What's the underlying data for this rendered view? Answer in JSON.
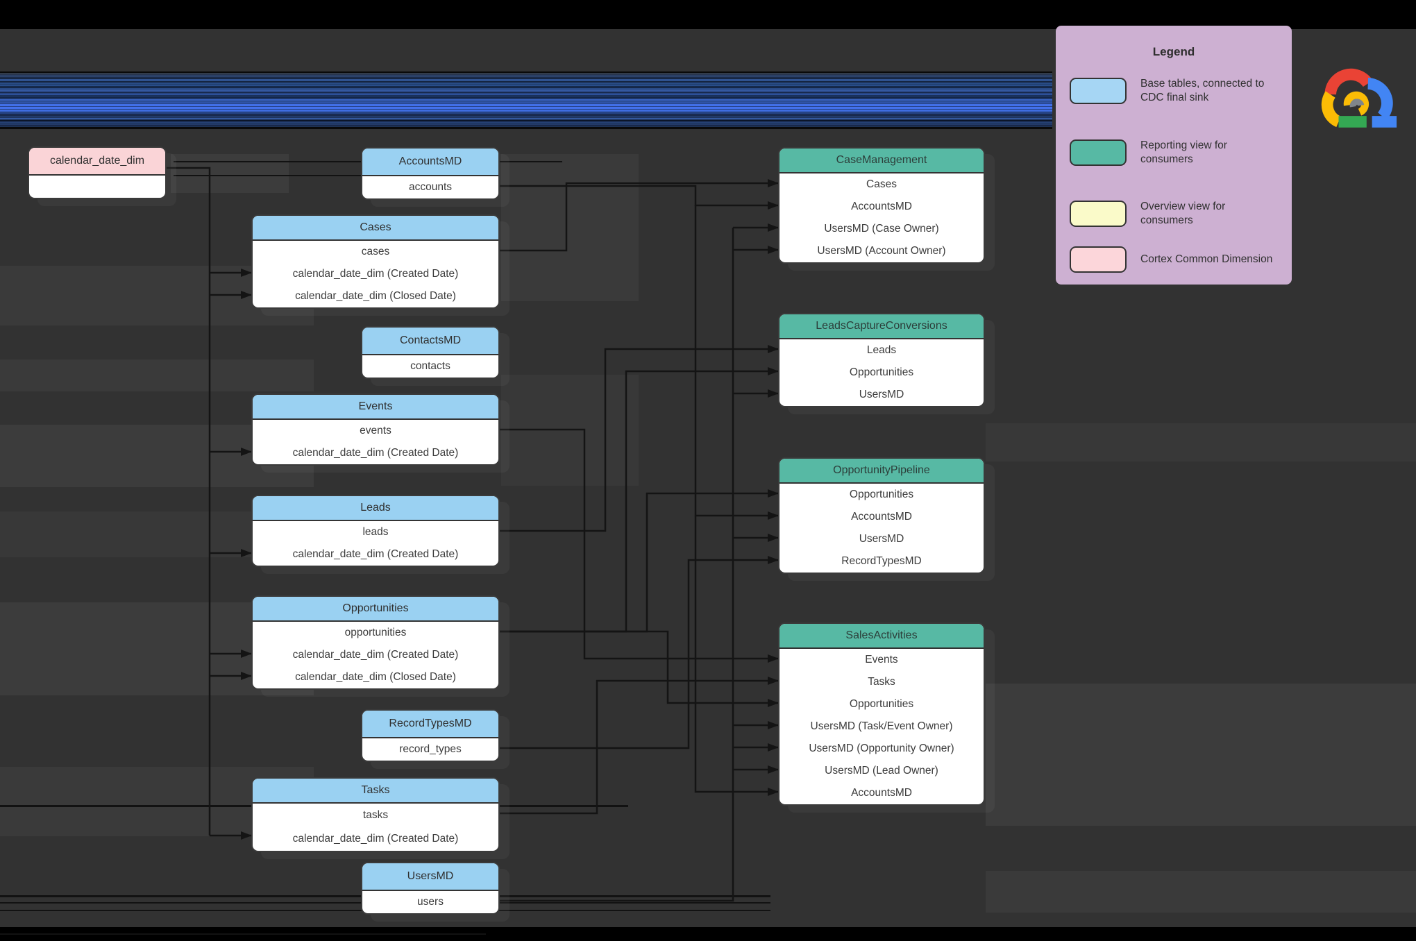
{
  "legend": {
    "title": "Legend",
    "items": [
      {
        "name": "base-tables-swatch",
        "label": "Base tables, connected to CDC final sink",
        "color": "#a6d6f4"
      },
      {
        "name": "reporting-view-swatch",
        "label": "Reporting view for consumers",
        "color": "#57b9a4"
      },
      {
        "name": "overview-view-swatch",
        "label": "Overview view for consumers",
        "color": "#fafac9"
      },
      {
        "name": "cortex-common-dimension-swatch",
        "label": "Cortex Common Dimension",
        "color": "#fcd6da"
      }
    ]
  },
  "logo": {
    "name": "google-cloud-logo"
  },
  "colors": {
    "canvas_bg": "#323232",
    "base_header": "#9ad1f2",
    "reporting_header": "#57b9a4",
    "dimension_header": "#fad4d7",
    "legend_bg": "#cdb0d2",
    "stripe_blue": "#4472ee"
  },
  "entities": [
    {
      "id": "calendar_date_dim",
      "title": "calendar_date_dim",
      "type": "dimension",
      "rows": [
        ""
      ]
    },
    {
      "id": "accountsmd",
      "title": "AccountsMD",
      "type": "base",
      "rows": [
        "accounts"
      ]
    },
    {
      "id": "cases",
      "title": "Cases",
      "type": "base",
      "rows": [
        "cases",
        "calendar_date_dim (Created Date)",
        "calendar_date_dim (Closed Date)"
      ]
    },
    {
      "id": "contactsmd",
      "title": "ContactsMD",
      "type": "base",
      "rows": [
        "contacts"
      ]
    },
    {
      "id": "events",
      "title": "Events",
      "type": "base",
      "rows": [
        "events",
        "calendar_date_dim (Created Date)"
      ]
    },
    {
      "id": "leads",
      "title": "Leads",
      "type": "base",
      "rows": [
        "leads",
        "calendar_date_dim (Created Date)"
      ]
    },
    {
      "id": "opportunities",
      "title": "Opportunities",
      "type": "base",
      "rows": [
        "opportunities",
        "calendar_date_dim (Created Date)",
        "calendar_date_dim (Closed Date)"
      ]
    },
    {
      "id": "recordtypesmd",
      "title": "RecordTypesMD",
      "type": "base",
      "rows": [
        "record_types"
      ]
    },
    {
      "id": "tasks",
      "title": "Tasks",
      "type": "base",
      "rows": [
        "tasks",
        "calendar_date_dim (Created Date)"
      ]
    },
    {
      "id": "usersmd",
      "title": "UsersMD",
      "type": "base",
      "rows": [
        "users"
      ]
    },
    {
      "id": "casemanagement",
      "title": "CaseManagement",
      "type": "reporting",
      "rows": [
        "Cases",
        "AccountsMD",
        "UsersMD (Case Owner)",
        "UsersMD (Account Owner)"
      ]
    },
    {
      "id": "leadscaptureconversions",
      "title": "LeadsCaptureConversions",
      "type": "reporting",
      "rows": [
        "Leads",
        "Opportunities",
        "UsersMD"
      ]
    },
    {
      "id": "opportunitypipeline",
      "title": "OpportunityPipeline",
      "type": "reporting",
      "rows": [
        "Opportunities",
        "AccountsMD",
        "UsersMD",
        "RecordTypesMD"
      ]
    },
    {
      "id": "salesactivities",
      "title": "SalesActivities",
      "type": "reporting",
      "rows": [
        "Events",
        "Tasks",
        "Opportunities",
        "UsersMD (Task/Event Owner)",
        "UsersMD (Opportunity Owner)",
        "UsersMD (Lead Owner)",
        "AccountsMD"
      ]
    }
  ]
}
